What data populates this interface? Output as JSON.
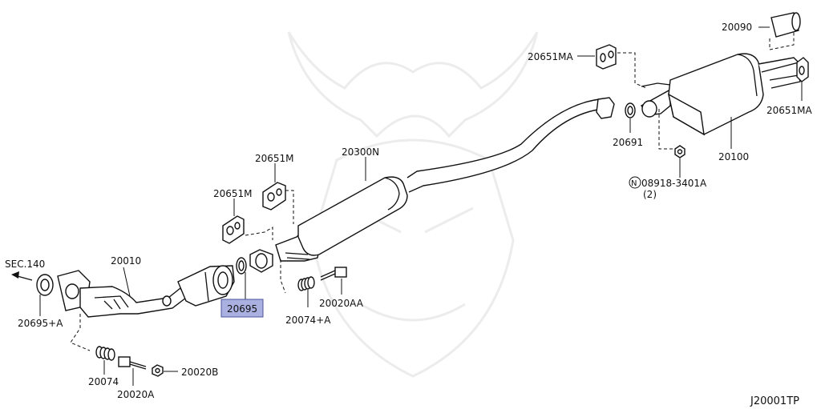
{
  "diagram": {
    "code": "J20001TP",
    "highlight_color": "#aab0e0",
    "labels": {
      "sec140": "SEC.140",
      "p20010": "20010",
      "p20695A": "20695+A",
      "p20074": "20074",
      "p20020A": "20020A",
      "p20020B": "20020B",
      "p20651M_a": "20651M",
      "p20651M_b": "20651M",
      "p20695": "20695",
      "p20074A": "20074+A",
      "p20020AA": "20020AA",
      "p20300N": "20300N",
      "p20651MA_a": "20651MA",
      "p20651MA_b": "20651MA",
      "p20090": "20090",
      "p20691": "20691",
      "p20100": "20100",
      "p08918": "08918-3401A",
      "p08918_prefix": "N",
      "p08918_qty": "(2)"
    }
  }
}
